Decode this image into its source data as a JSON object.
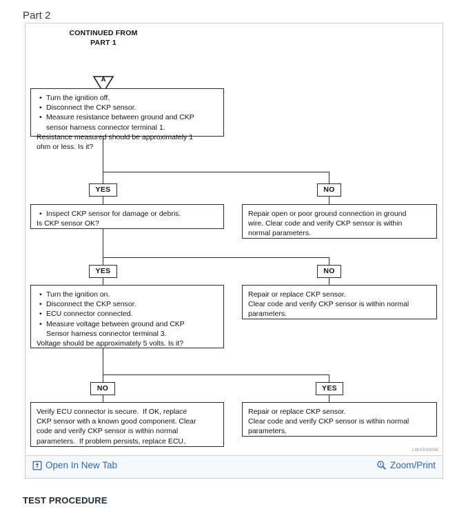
{
  "page": {
    "part_heading": "Part 2",
    "section_title": "TEST PROCEDURE"
  },
  "figure": {
    "watermark": "LWAD680B",
    "connector": {
      "label_line1": "CONTINUED FROM",
      "label_line2": "PART 1",
      "symbol": "A"
    },
    "boxes": [
      {
        "id": "step1",
        "bullets": [
          "Turn the ignition off.",
          "Disconnect the CKP sensor.",
          "Measure resistance between ground and CKP",
          "sensor harness connector terminal 1."
        ],
        "lines": [
          "Resistance measured should be approximately 1",
          "ohm or less. Is it?"
        ]
      },
      {
        "id": "step2",
        "bullets": [
          "Inspect CKP sensor for damage or debris."
        ],
        "lines": [
          "Is CKP sensor OK?"
        ]
      },
      {
        "id": "step1-no",
        "bullets": [],
        "lines": [
          "Repair open or poor ground connection in ground",
          "wire. Clear code and verify CKP sensor is within",
          "normal parameters."
        ]
      },
      {
        "id": "step3",
        "bullets": [
          "Turn the ignition on.",
          "Disconnect the CKP sensor.",
          "ECU connector connected.",
          "Measure voltage between ground and CKP",
          "Sensor harness connector terminal 3."
        ],
        "lines": [
          "Voltage should be approximately 5 volts. Is it?"
        ]
      },
      {
        "id": "step2-no",
        "bullets": [],
        "lines": [
          "Repair or replace CKP sensor.",
          "Clear code and verify CKP sensor is within normal",
          "parameters."
        ]
      },
      {
        "id": "step3-no",
        "bullets": [],
        "lines": [
          "Verify ECU connector is secure.  If OK, replace",
          "CKP sensor with a known good component. Clear",
          "code and verify CKP sensor is within normal",
          "parameters.  If problem persists, replace ECU."
        ]
      },
      {
        "id": "step3-yes",
        "bullets": [],
        "lines": [
          "Repair or replace CKP sensor.",
          "Clear code and verify CKP sensor is within normal",
          "parameters."
        ]
      }
    ],
    "decisions": {
      "row1_left": "YES",
      "row1_right": "NO",
      "row2_left": "YES",
      "row2_right": "NO",
      "row3_left": "NO",
      "row3_right": "YES"
    }
  },
  "actions": {
    "open_new_tab": "Open In New Tab",
    "zoom_print": "Zoom/Print"
  },
  "colors": {
    "link": "#2e6ab1",
    "frame_border": "#c9cfd4",
    "bar_background": "#f7f8f9",
    "diagram_ink": "#2a2a2a"
  }
}
